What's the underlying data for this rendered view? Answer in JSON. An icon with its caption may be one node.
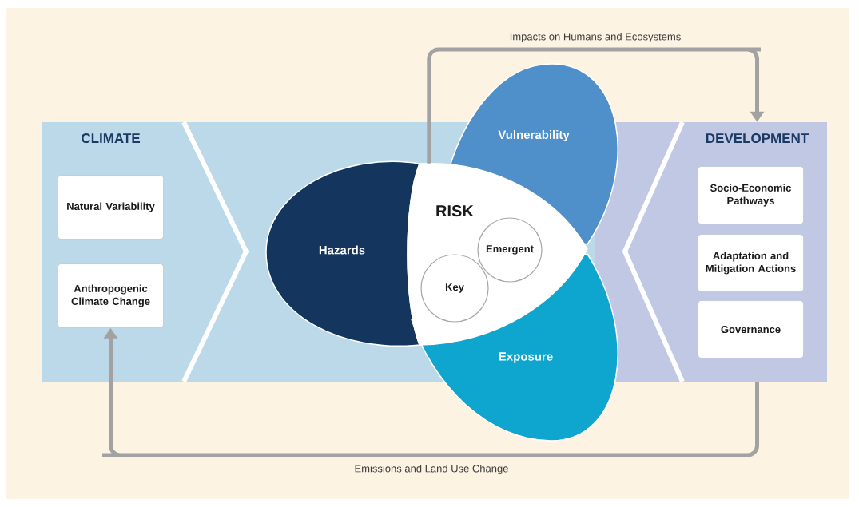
{
  "diagram": {
    "nodes": [
      {
        "text": [
          "CLIMATE"
        ]
      },
      {
        "text": [
          "Natural Variability"
        ],
        "in": 0
      },
      {
        "text": [
          "Anthropogenic Climate Change"
        ],
        "in": 0
      },
      {
        "text": [
          "Hazards"
        ]
      },
      {
        "text": [
          "Vulnerability"
        ]
      },
      {
        "text": [
          "Exposure"
        ]
      },
      {
        "text": [
          "RISK"
        ]
      },
      {
        "text": [
          "Emergent"
        ],
        "in": 6
      },
      {
        "text": [
          "Key"
        ],
        "in": 6
      },
      {
        "text": [
          "DEVELOPMENT"
        ]
      },
      {
        "text": [
          "Socio-Economic Pathways"
        ],
        "in": 9
      },
      {
        "text": [
          "Adaptation and Mitigation Actions"
        ],
        "in": 9
      },
      {
        "text": [
          "Governance"
        ],
        "in": 9
      }
    ],
    "edges": [
      {
        "from": 6,
        "to": 9,
        "arrow": "to",
        "label": "Impacts on Humans and Ecosystems"
      },
      {
        "from": 9,
        "to": 2,
        "arrow": "to",
        "label": "Emissions and Land Use Change"
      }
    ]
  }
}
